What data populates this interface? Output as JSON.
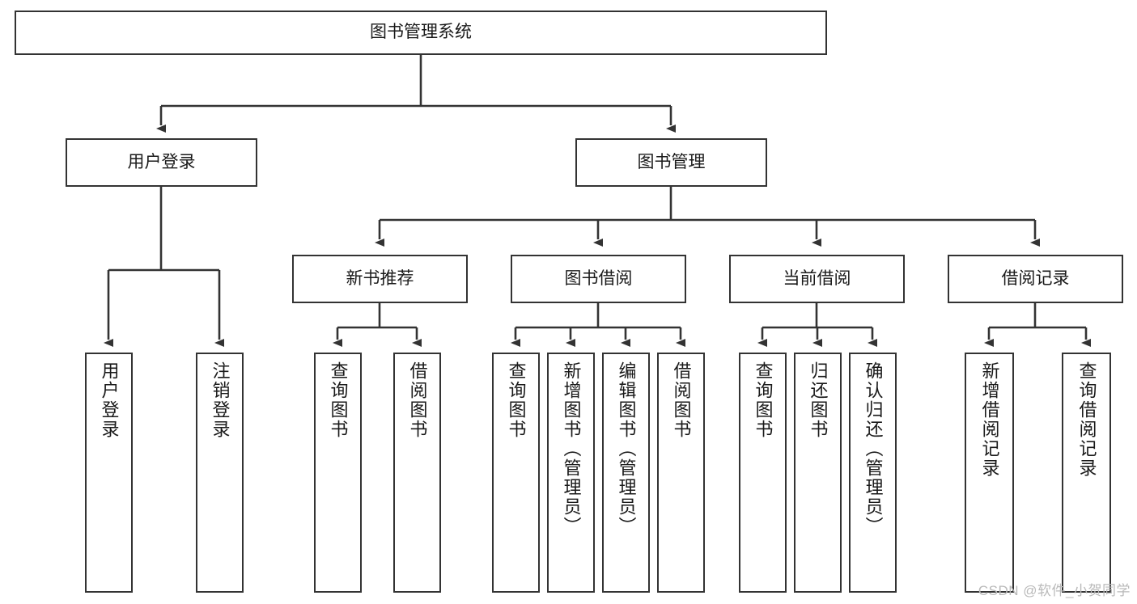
{
  "diagram": {
    "type": "tree-hierarchy",
    "title": "图书管理系统",
    "watermark": "CSDN @软件_小贺同学",
    "colors": {
      "stroke": "#333333",
      "box_fill": "#ffffff",
      "text": "#1a1a1a",
      "watermark": "#b9b9b9",
      "background": "#ffffff"
    },
    "levels": {
      "root": {
        "label": "图书管理系统"
      },
      "level2": [
        {
          "id": "user-login",
          "label": "用户登录"
        },
        {
          "id": "book-management",
          "label": "图书管理"
        }
      ],
      "level3": [
        {
          "id": "new-book-recommend",
          "label": "新书推荐",
          "parent": "book-management"
        },
        {
          "id": "book-borrow",
          "label": "图书借阅",
          "parent": "book-management"
        },
        {
          "id": "current-borrow",
          "label": "当前借阅",
          "parent": "book-management"
        },
        {
          "id": "borrow-record",
          "label": "借阅记录",
          "parent": "book-management"
        }
      ],
      "leaves": [
        {
          "id": "leaf-user-login",
          "label": "用户登录",
          "parent": "user-login"
        },
        {
          "id": "leaf-logout",
          "label": "注销登录",
          "parent": "user-login"
        },
        {
          "id": "leaf-query-book-1",
          "label": "查询图书",
          "parent": "new-book-recommend"
        },
        {
          "id": "leaf-borrow-book-1",
          "label": "借阅图书",
          "parent": "new-book-recommend"
        },
        {
          "id": "leaf-query-book-2",
          "label": "查询图书",
          "parent": "book-borrow"
        },
        {
          "id": "leaf-add-book",
          "label": "新增图书（管理员）",
          "parent": "book-borrow"
        },
        {
          "id": "leaf-edit-book",
          "label": "编辑图书（管理员）",
          "parent": "book-borrow"
        },
        {
          "id": "leaf-borrow-book-2",
          "label": "借阅图书",
          "parent": "book-borrow"
        },
        {
          "id": "leaf-query-book-3",
          "label": "查询图书",
          "parent": "current-borrow"
        },
        {
          "id": "leaf-return-book",
          "label": "归还图书",
          "parent": "current-borrow"
        },
        {
          "id": "leaf-confirm-return",
          "label": "确认归还（管理员）",
          "parent": "current-borrow"
        },
        {
          "id": "leaf-add-record",
          "label": "新增借阅记录",
          "parent": "borrow-record"
        },
        {
          "id": "leaf-query-record",
          "label": "查询借阅记录",
          "parent": "borrow-record"
        }
      ]
    }
  }
}
